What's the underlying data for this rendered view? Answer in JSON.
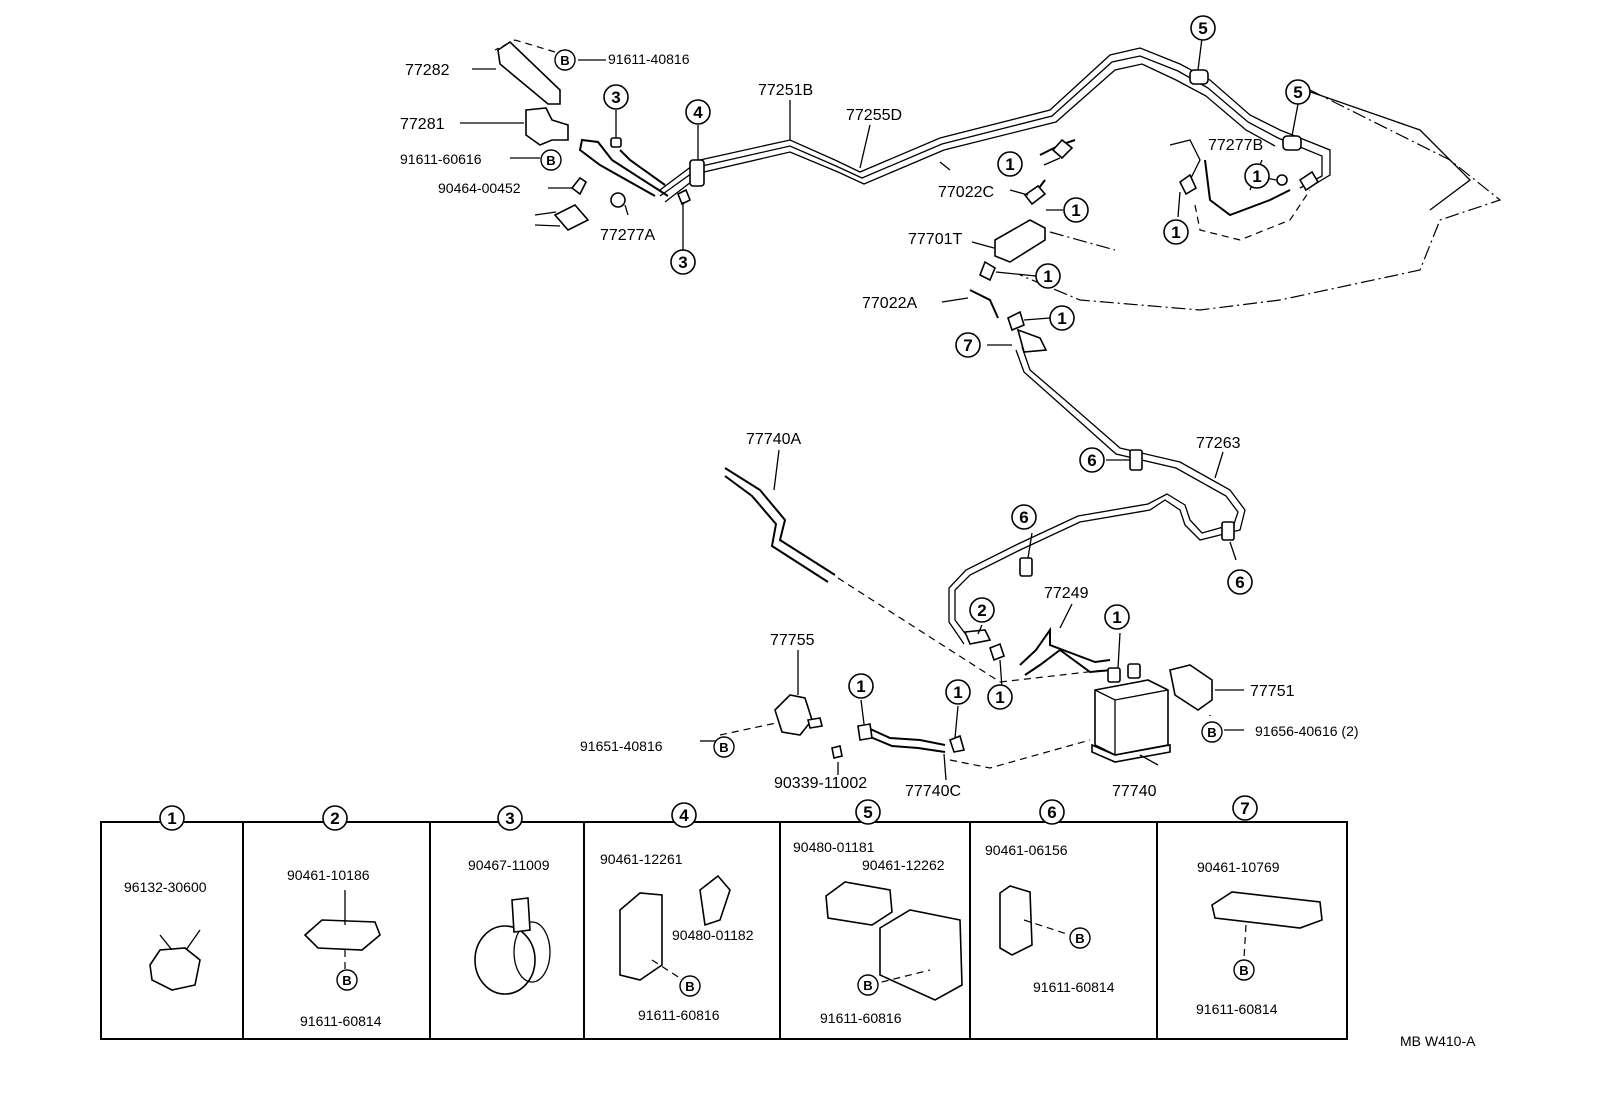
{
  "diagram_code": "MB W410-A",
  "part_labels": {
    "p77282": "77282",
    "p77281": "77281",
    "b91611_40816": "91611-40816",
    "b91611_60616": "91611-60616",
    "p90464_00452": "90464-00452",
    "p77277A": "77277A",
    "p77251B": "77251B",
    "p77255D": "77255D",
    "p77022C": "77022C",
    "p77701T": "77701T",
    "p77022A": "77022A",
    "p77277B": "77277B",
    "p77740A": "77740A",
    "p77263": "77263",
    "p77249": "77249",
    "p77755": "77755",
    "b91651_40816": "91651-40816",
    "p90339_11002": "90339-11002",
    "p77740C": "77740C",
    "p77740": "77740",
    "p77751": "77751",
    "b91656_40616": "91656-40616 (2)"
  },
  "b_mark": "B",
  "callout_numbers": [
    "1",
    "2",
    "3",
    "4",
    "5",
    "6",
    "7"
  ],
  "legend": [
    {
      "num": "1",
      "parts": [
        "96132-30600"
      ]
    },
    {
      "num": "2",
      "parts": [
        "90461-10186",
        "91611-60814"
      ]
    },
    {
      "num": "3",
      "parts": [
        "90467-11009"
      ]
    },
    {
      "num": "4",
      "parts": [
        "90461-12261",
        "90480-01182",
        "91611-60816"
      ]
    },
    {
      "num": "5",
      "parts": [
        "90480-01181",
        "90461-12262",
        "91611-60816"
      ]
    },
    {
      "num": "6",
      "parts": [
        "90461-06156",
        "91611-60814"
      ]
    },
    {
      "num": "7",
      "parts": [
        "90461-10769",
        "91611-60814"
      ]
    }
  ]
}
